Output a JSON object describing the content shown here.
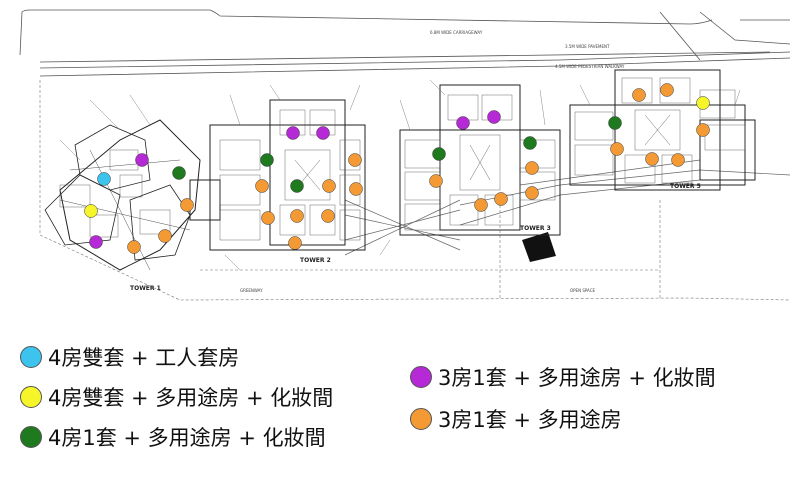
{
  "plan": {
    "road_label": "6.8M WIDE CARRIAGEWAY",
    "pavement_label": "3.5M WIDE PAVEMENT",
    "walkway_label": "4.5M WIDE PEDESTRIAN WALKWAY",
    "towers": [
      {
        "label": "TOWER 1"
      },
      {
        "label": "TOWER 2"
      },
      {
        "label": "TOWER 3"
      },
      {
        "label": "TOWER 5"
      }
    ],
    "area_labels": [
      "GREENWAY",
      "OPEN SPACE"
    ]
  },
  "colors": {
    "cyan": "#3cc4ee",
    "yellow": "#f5f52a",
    "green": "#1f7a1f",
    "purple": "#b52ad6",
    "orange": "#f39a35"
  },
  "markers": [
    {
      "type": "cyan"
    },
    {
      "type": "yellow"
    },
    {
      "type": "purple"
    },
    {
      "type": "purple"
    },
    {
      "type": "green"
    },
    {
      "type": "orange"
    },
    {
      "type": "orange"
    },
    {
      "type": "orange"
    },
    {
      "type": "green"
    },
    {
      "type": "orange"
    },
    {
      "type": "orange"
    },
    {
      "type": "purple"
    },
    {
      "type": "purple"
    },
    {
      "type": "green"
    },
    {
      "type": "orange"
    },
    {
      "type": "orange"
    },
    {
      "type": "orange"
    },
    {
      "type": "orange"
    },
    {
      "type": "orange"
    },
    {
      "type": "orange"
    },
    {
      "type": "purple"
    },
    {
      "type": "purple"
    },
    {
      "type": "green"
    },
    {
      "type": "green"
    },
    {
      "type": "orange"
    },
    {
      "type": "orange"
    },
    {
      "type": "orange"
    },
    {
      "type": "orange"
    },
    {
      "type": "orange"
    },
    {
      "type": "green"
    },
    {
      "type": "orange"
    },
    {
      "type": "orange"
    },
    {
      "type": "orange"
    },
    {
      "type": "yellow"
    },
    {
      "type": "orange"
    },
    {
      "type": "orange"
    },
    {
      "type": "orange"
    }
  ],
  "legend": [
    {
      "type": "cyan",
      "text": "4房雙套 + 工人套房"
    },
    {
      "type": "yellow",
      "text": "4房雙套 + 多用途房 + 化妝間"
    },
    {
      "type": "green",
      "text": "4房1套 + 多用途房 + 化妝間"
    },
    {
      "type": "purple",
      "text": "3房1套 + 多用途房 + 化妝間"
    },
    {
      "type": "orange",
      "text": "3房1套 + 多用途房"
    }
  ]
}
